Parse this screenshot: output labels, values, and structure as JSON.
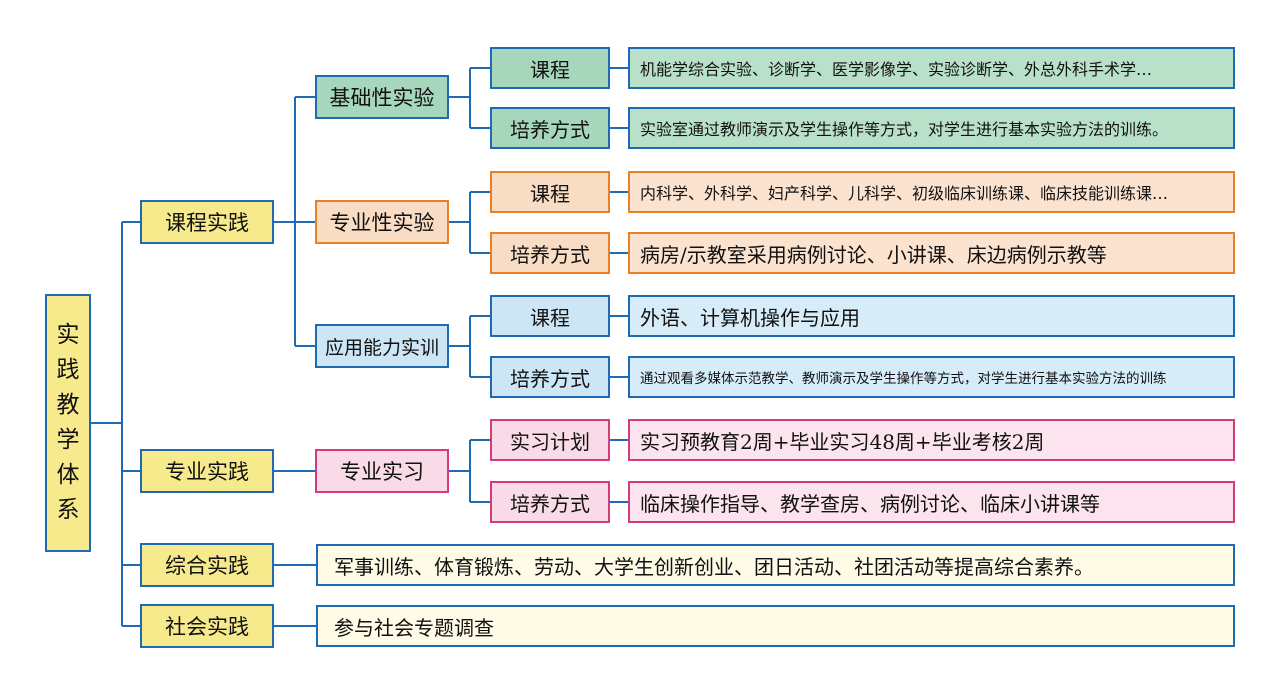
{
  "root": {
    "label": [
      "实",
      "践",
      "教",
      "学",
      "体",
      "系"
    ]
  },
  "categories": {
    "course_practice": "课程实践",
    "professional_practice": "专业实践",
    "comprehensive_practice": "综合实践",
    "social_practice": "社会实践"
  },
  "basic_experiment": {
    "label": "基础性实验",
    "course_label": "课程",
    "course_content": "机能学综合实验、诊断学、医学影像学、实验诊断学、外总外科手术学…",
    "training_label": "培养方式",
    "training_content": "实验室通过教师演示及学生操作等方式，对学生进行基本实验方法的训练。"
  },
  "specialty_experiment": {
    "label": "专业性实验",
    "course_label": "课程",
    "course_content": "内科学、外科学、妇产科学、儿科学、初级临床训练课、临床技能训练课…",
    "training_label": "培养方式",
    "training_content": "病房/示教室采用病例讨论、小讲课、床边病例示教等"
  },
  "applied_training": {
    "label": "应用能力实训",
    "course_label": "课程",
    "course_content": "外语、计算机操作与应用",
    "training_label": "培养方式",
    "training_content": "通过观看多媒体示范教学、教师演示及学生操作等方式，对学生进行基本实验方法的训练"
  },
  "internship": {
    "label": "专业实习",
    "plan_label": "实习计划",
    "plan_content": "实习预教育2周+毕业实习48周+毕业考核2周",
    "training_label": "培养方式",
    "training_content": "临床操作指导、教学查房、病例讨论、临床小讲课等"
  },
  "comprehensive_content": "军事训练、体育锻炼、劳动、大学生创新创业、团日活动、社团活动等提高综合素养。",
  "social_content": "参与社会专题调查",
  "colors": {
    "connector": "#1f6bb3",
    "yellow": "#f6ea8c",
    "green": "#a6d7bc",
    "orange_border": "#e8802a",
    "blue": "#cde6f6",
    "pink_border": "#d23c7c"
  }
}
